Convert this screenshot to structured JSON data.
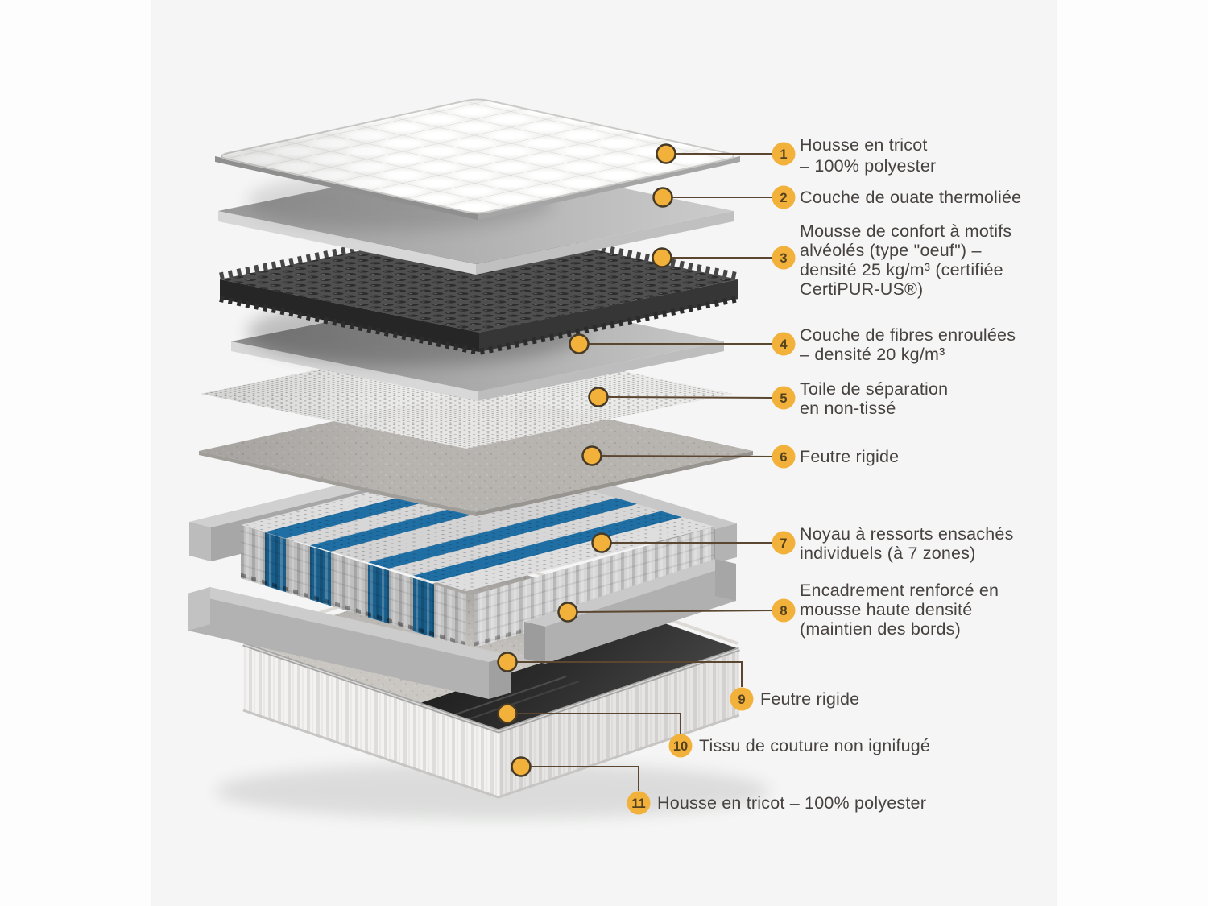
{
  "figure": {
    "kind": "exploded-mattress-layer-diagram",
    "layer_count": "11"
  },
  "colors": {
    "accent_amber": "#f2b13a",
    "leader_line": "#5a4631",
    "label_text": "#474240",
    "spring_blue": "#1f6fa5",
    "panel_background": "#f4f5f4",
    "page_background": "#fdfdfd"
  },
  "callouts": [
    {
      "num": "1",
      "label": "Housse en tricot – 100% polyester",
      "lines": [
        "Housse en tricot",
        "– 100% polyester"
      ]
    },
    {
      "num": "2",
      "label": "Couche de ouate thermoliée",
      "lines": [
        "Couche de ouate thermoliée"
      ]
    },
    {
      "num": "3",
      "label": "Mousse de confort à motifs alvéolés (type \"oeuf\") – densité 25 kg/m³ (certifiée CertiPUR-US®)",
      "lines": [
        "Mousse de confort à motifs",
        "alvéolés (type \"oeuf\") –",
        "densité 25 kg/m³ (certifiée",
        "CertiPUR-US®)"
      ]
    },
    {
      "num": "4",
      "label": "Couche de fibres enroulées – densité 20 kg/m³",
      "lines": [
        "Couche de fibres enroulées",
        "– densité 20 kg/m³"
      ]
    },
    {
      "num": "5",
      "label": "Toile de séparation en non-tissé",
      "lines": [
        "Toile de séparation",
        "en non-tissé"
      ]
    },
    {
      "num": "6",
      "label": "Feutre rigide",
      "lines": [
        "Feutre rigide"
      ]
    },
    {
      "num": "7",
      "label": "Noyau à ressorts ensachés individuels (à 7 zones)",
      "lines": [
        "Noyau à ressorts ensachés",
        "individuels (à 7 zones)"
      ]
    },
    {
      "num": "8",
      "label": "Encadrement renforcé en mousse haute densité (maintien des bords)",
      "lines": [
        "Encadrement renforcé en",
        "mousse haute densité",
        "(maintien des bords)"
      ]
    },
    {
      "num": "9",
      "label": "Feutre rigide",
      "lines": [
        "Feutre rigide"
      ]
    },
    {
      "num": "10",
      "label": "Tissu de couture non ignifugé",
      "lines": [
        "Tissu de couture non ignifugé"
      ]
    },
    {
      "num": "11",
      "label": "Housse en tricot – 100% polyester",
      "lines": [
        "Housse en tricot – 100% polyester"
      ]
    }
  ]
}
